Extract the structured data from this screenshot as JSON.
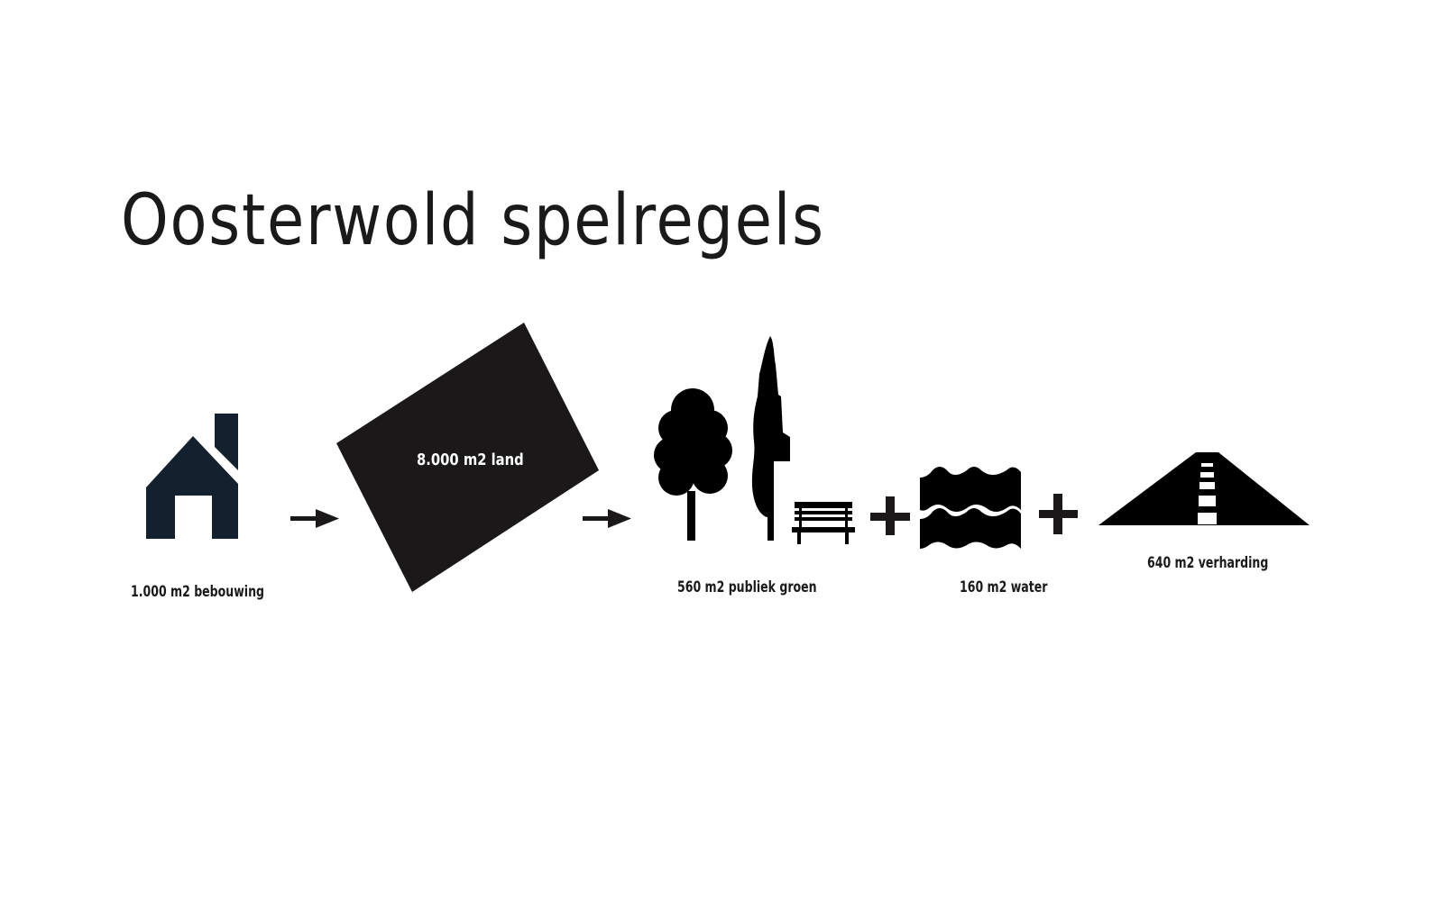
{
  "title": "Oosterwold spelregels",
  "items": [
    {
      "id": "building",
      "label": "1.000 m2 bebouwing",
      "icon": "house-icon"
    },
    {
      "id": "land",
      "label": "8.000 m2 land",
      "icon": "land-parcel-icon"
    },
    {
      "id": "green",
      "label": "560 m2 publiek groen",
      "icon": "trees-bench-icon"
    },
    {
      "id": "water",
      "label": "160 m2 water",
      "icon": "water-waves-icon"
    },
    {
      "id": "paving",
      "label": "640 m2 verharding",
      "icon": "road-icon"
    }
  ],
  "connectors": [
    "arrow",
    "arrow",
    "plus",
    "plus"
  ],
  "colors": {
    "house": "#13202d",
    "fill": "#1a1818",
    "background": "#ffffff"
  }
}
